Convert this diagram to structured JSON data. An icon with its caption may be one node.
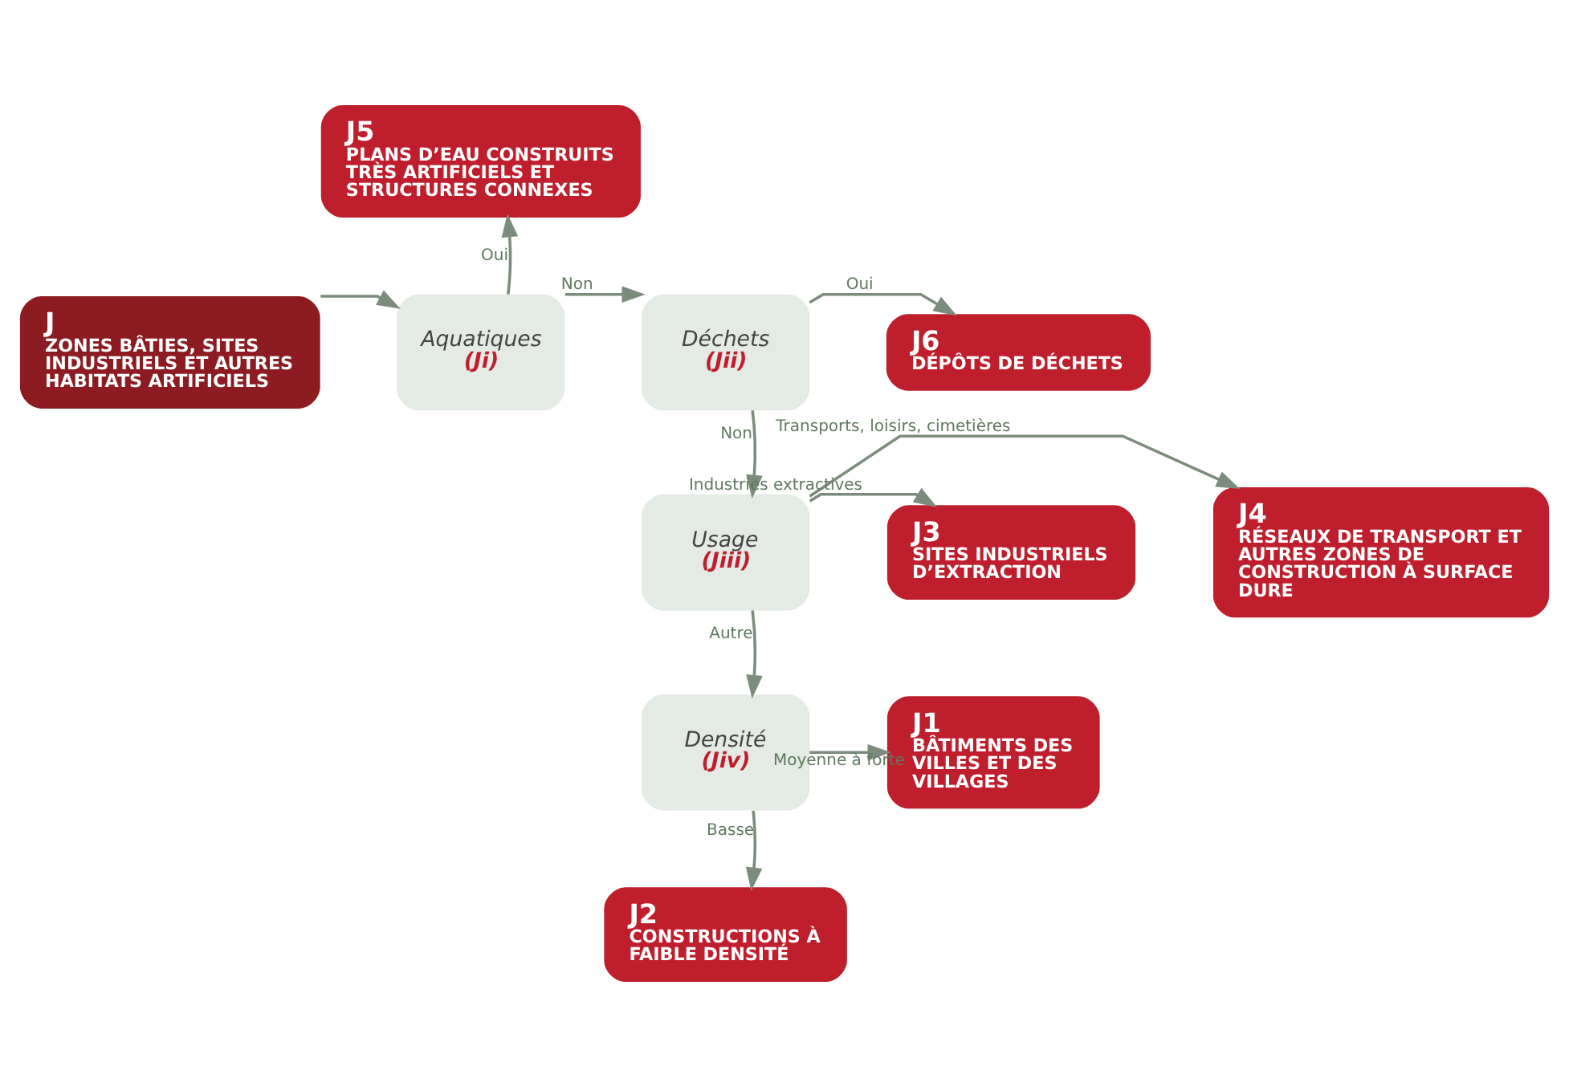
{
  "diagram": {
    "nodes": [
      {
        "text": [
          "J",
          "ZONES BÂTIES, SITES INDUSTRIELS ET AUTRES HABITATS ARTIFICIELS"
        ]
      },
      {
        "text": [
          "Aquatiques",
          "(Ji)"
        ]
      },
      {
        "text": [
          "J5",
          "PLANS D’EAU CONSTRUITS TRÈS ARTIFICIELS ET STRUCTURES CONNEXES"
        ]
      },
      {
        "text": [
          "Déchets",
          "(Jii)"
        ]
      },
      {
        "text": [
          "J6",
          "DÉPÔTS DE DÉCHETS"
        ]
      },
      {
        "text": [
          "Usage",
          "(Jiii)"
        ]
      },
      {
        "text": [
          "J4",
          "RÉSEAUX DE TRANSPORT ET AUTRES ZONES DE CONSTRUCTION À SURFACE DURE"
        ]
      },
      {
        "text": [
          "J3",
          "SITES INDUSTRIELS D’EXTRACTION"
        ]
      },
      {
        "text": [
          "Densité",
          "(Jiv)"
        ]
      },
      {
        "text": [
          "J1",
          "BÂTIMENTS DES VILLES ET DES VILLAGES"
        ]
      },
      {
        "text": [
          "J2",
          "CONSTRUCTIONS À FAIBLE DENSITÉ"
        ]
      }
    ],
    "edges": [
      {
        "from": 0,
        "to": 1,
        "arrow": "to"
      },
      {
        "from": 1,
        "to": 2,
        "arrow": "to",
        "label": "Oui"
      },
      {
        "from": 1,
        "to": 3,
        "arrow": "to",
        "label": "Non"
      },
      {
        "from": 3,
        "to": 4,
        "arrow": "to",
        "label": "Oui"
      },
      {
        "from": 3,
        "to": 5,
        "arrow": "to",
        "label": "Non"
      },
      {
        "from": 5,
        "to": 6,
        "arrow": "to",
        "label": "Transports, loisirs, cimetières"
      },
      {
        "from": 5,
        "to": 7,
        "arrow": "to",
        "label": "Industries extractives"
      },
      {
        "from": 5,
        "to": 8,
        "arrow": "to",
        "label": "Autre"
      },
      {
        "from": 8,
        "to": 9,
        "arrow": "to",
        "label": "Moyenne à forte"
      },
      {
        "from": 8,
        "to": 10,
        "arrow": "to",
        "label": "Basse"
      }
    ]
  }
}
